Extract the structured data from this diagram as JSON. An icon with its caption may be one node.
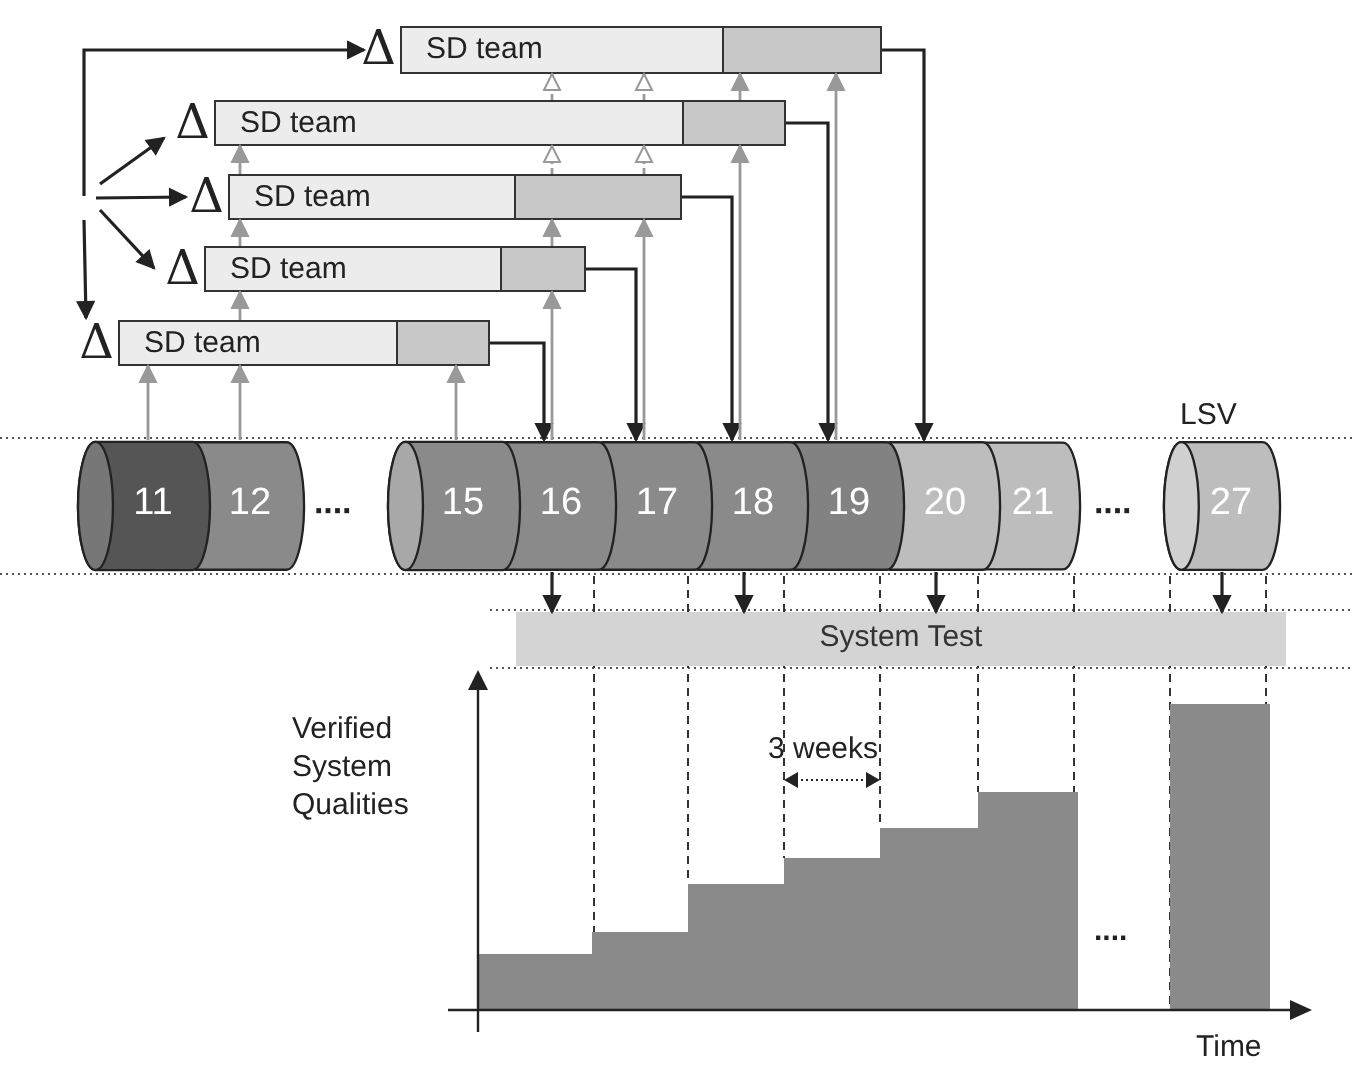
{
  "diagram": {
    "nodes": [
      {
        "text": [
          "SD team"
        ],
        "beside": [
          "Δ"
        ]
      },
      {
        "text": [
          "SD team"
        ],
        "beside": [
          "Δ"
        ]
      },
      {
        "text": [
          "SD team"
        ],
        "beside": [
          "Δ"
        ]
      },
      {
        "text": [
          "SD team"
        ],
        "beside": [
          "Δ"
        ]
      },
      {
        "text": [
          "SD team"
        ],
        "beside": [
          "Δ"
        ]
      },
      {
        "text": [
          "11"
        ]
      },
      {
        "text": [
          "12"
        ]
      },
      {
        "text": [
          "15"
        ]
      },
      {
        "text": [
          "16"
        ]
      },
      {
        "text": [
          "17"
        ]
      },
      {
        "text": [
          "18"
        ]
      },
      {
        "text": [
          "19"
        ]
      },
      {
        "text": [
          "20"
        ]
      },
      {
        "text": [
          "21"
        ]
      },
      {
        "text": [
          "27"
        ]
      },
      {
        "text": [
          "System Test"
        ]
      }
    ],
    "edges": [
      {
        "from": null,
        "to": 0,
        "arrow": "to",
        "color": "#222222"
      },
      {
        "from": null,
        "to": 1,
        "arrow": "to",
        "color": "#222222"
      },
      {
        "from": null,
        "to": 2,
        "arrow": "to",
        "color": "#222222"
      },
      {
        "from": null,
        "to": 3,
        "arrow": "to",
        "color": "#222222"
      },
      {
        "from": null,
        "to": 4,
        "arrow": "to",
        "color": "#222222"
      },
      {
        "from": 0,
        "to": 12,
        "arrow": "to",
        "color": "#222222"
      },
      {
        "from": 1,
        "to": 11,
        "arrow": "to",
        "color": "#222222"
      },
      {
        "from": 2,
        "to": 10,
        "arrow": "to",
        "color": "#222222"
      },
      {
        "from": 3,
        "to": 9,
        "arrow": "to",
        "color": "#222222"
      },
      {
        "from": 4,
        "to": 8,
        "arrow": "to",
        "color": "#222222"
      },
      {
        "from": 5,
        "to": 4,
        "arrow": "to"
      },
      {
        "from": 6,
        "to": 4,
        "arrow": "to"
      },
      {
        "from": 4,
        "to": 3,
        "arrow": "to"
      },
      {
        "from": 3,
        "to": 2,
        "arrow": "to"
      },
      {
        "from": 2,
        "to": 1,
        "arrow": "to"
      },
      {
        "from": 7,
        "to": 4,
        "arrow": "to"
      },
      {
        "from": 8,
        "to": 3,
        "arrow": "to"
      },
      {
        "from": 3,
        "to": 2,
        "arrow": "to"
      },
      {
        "from": 2,
        "to": 1,
        "arrow": "to",
        "style": "dashed"
      },
      {
        "from": 1,
        "to": 0,
        "arrow": "to",
        "style": "dashed"
      },
      {
        "from": 9,
        "to": 2,
        "arrow": "to"
      },
      {
        "from": 2,
        "to": 1,
        "arrow": "to",
        "style": "dashed"
      },
      {
        "from": 1,
        "to": 0,
        "arrow": "to",
        "style": "dashed"
      },
      {
        "from": 10,
        "to": 1,
        "arrow": "to"
      },
      {
        "from": 1,
        "to": 0,
        "arrow": "to"
      },
      {
        "from": 11,
        "to": 0,
        "arrow": "to"
      },
      {
        "from": 8,
        "to": 15,
        "arrow": "to",
        "color": "#222222"
      },
      {
        "from": 10,
        "to": 15,
        "arrow": "to",
        "color": "#222222"
      },
      {
        "from": 12,
        "to": 15,
        "arrow": "to",
        "color": "#222222"
      },
      {
        "from": 14,
        "to": 15,
        "arrow": "to",
        "color": "#222222"
      }
    ],
    "labels": [
      "LSV",
      "····",
      "····",
      "Verified System Qualities",
      "3 weeks",
      "....",
      "Time"
    ]
  }
}
